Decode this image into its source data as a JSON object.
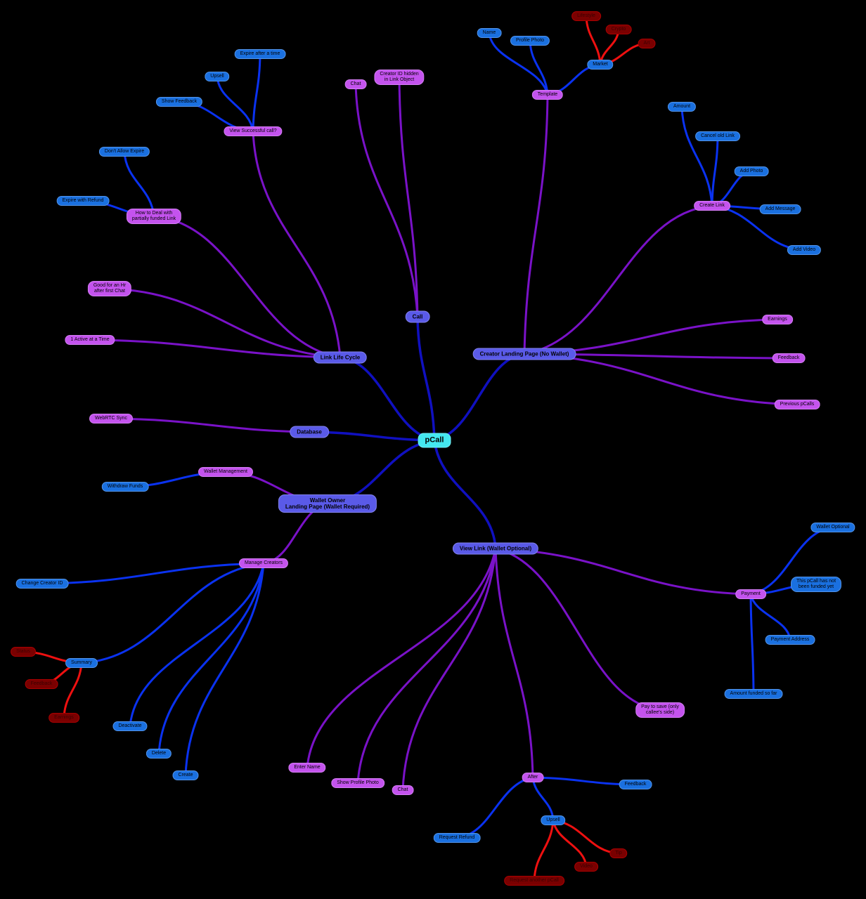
{
  "mindmap": {
    "root": "pCall",
    "colors": {
      "root": "#44e8f0",
      "main_branch": "#5a5ae8",
      "sub_topic": "#c453ee",
      "leaf": "#1a70e0",
      "red_leaf": "#7a0000",
      "trunk_line": "#1010c0",
      "purple_line": "#7a12c8",
      "blue_line": "#0a32f0",
      "red_line": "#ee1010"
    },
    "nodes": [
      {
        "id": "root",
        "label": "pCall",
        "kind": "root"
      },
      {
        "id": "call",
        "label": "Call",
        "kind": "main",
        "parent": "root"
      },
      {
        "id": "chat_top",
        "label": "Chat",
        "kind": "pink",
        "parent": "call"
      },
      {
        "id": "creator_hidden",
        "label": "Creator ID hidden\nin Link Object",
        "kind": "pink",
        "parent": "call"
      },
      {
        "id": "creator_landing",
        "label": "Creator Landing Page (No Wallet)",
        "kind": "main",
        "parent": "root"
      },
      {
        "id": "template",
        "label": "Template",
        "kind": "pink",
        "parent": "creator_landing"
      },
      {
        "id": "name",
        "label": "Name",
        "kind": "blue",
        "parent": "template"
      },
      {
        "id": "profile_photo",
        "label": "Profile Photo",
        "kind": "blue",
        "parent": "template"
      },
      {
        "id": "market",
        "label": "Market",
        "kind": "blue",
        "parent": "template"
      },
      {
        "id": "market_r1",
        "label": "Lifestyle",
        "kind": "red",
        "parent": "market"
      },
      {
        "id": "market_r2",
        "label": "Crypto",
        "kind": "red",
        "parent": "market"
      },
      {
        "id": "market_r3",
        "label": "Art",
        "kind": "red",
        "parent": "market"
      },
      {
        "id": "create_link",
        "label": "Create Link",
        "kind": "pink",
        "parent": "creator_landing"
      },
      {
        "id": "amount",
        "label": "Amount",
        "kind": "blue",
        "parent": "create_link"
      },
      {
        "id": "cancel_old",
        "label": "Cancel old Link",
        "kind": "blue",
        "parent": "create_link"
      },
      {
        "id": "add_photo",
        "label": "Add Photo",
        "kind": "blue",
        "parent": "create_link"
      },
      {
        "id": "add_message",
        "label": "Add Message",
        "kind": "blue",
        "parent": "create_link"
      },
      {
        "id": "add_video",
        "label": "Add Video",
        "kind": "blue",
        "parent": "create_link"
      },
      {
        "id": "earnings",
        "label": "Earnings",
        "kind": "pink",
        "parent": "creator_landing"
      },
      {
        "id": "feedback_cl",
        "label": "Feedback",
        "kind": "pink",
        "parent": "creator_landing"
      },
      {
        "id": "prev_pcalls",
        "label": "Previous pCalls",
        "kind": "pink",
        "parent": "creator_landing"
      },
      {
        "id": "link_life",
        "label": "Link Life Cycle",
        "kind": "main",
        "parent": "root"
      },
      {
        "id": "view_success",
        "label": "View Successful call?",
        "kind": "pink",
        "parent": "link_life"
      },
      {
        "id": "expire_time",
        "label": "Expire after a time",
        "kind": "blue",
        "parent": "view_success"
      },
      {
        "id": "upsell_top",
        "label": "Upsell",
        "kind": "blue",
        "parent": "view_success"
      },
      {
        "id": "show_feedback",
        "label": "Show Feedback",
        "kind": "blue",
        "parent": "view_success"
      },
      {
        "id": "partial",
        "label": "How to Deal with\npartially funded Link",
        "kind": "pink",
        "parent": "link_life"
      },
      {
        "id": "dont_expire",
        "label": "Don't Allow Expire",
        "kind": "blue",
        "parent": "partial"
      },
      {
        "id": "expire_refund",
        "label": "Expire with Refund",
        "kind": "blue",
        "parent": "partial"
      },
      {
        "id": "good_hr",
        "label": "Good for an Hr\nafter first Chat",
        "kind": "pink",
        "parent": "link_life"
      },
      {
        "id": "one_active",
        "label": "1 Active at a Time",
        "kind": "pink",
        "parent": "link_life"
      },
      {
        "id": "database",
        "label": "Database",
        "kind": "main",
        "parent": "root"
      },
      {
        "id": "webrtc",
        "label": "WebRTC Sync",
        "kind": "pink",
        "parent": "database"
      },
      {
        "id": "wallet_owner",
        "label": "Wallet Owner\nLanding Page (Wallet Required)",
        "kind": "main",
        "parent": "root"
      },
      {
        "id": "wallet_mgmt",
        "label": "Wallet Management",
        "kind": "pink",
        "parent": "wallet_owner"
      },
      {
        "id": "withdraw",
        "label": "Withdraw Funds",
        "kind": "blue",
        "parent": "wallet_mgmt"
      },
      {
        "id": "manage_creators",
        "label": "Manage Creators",
        "kind": "pink",
        "parent": "wallet_owner"
      },
      {
        "id": "change_creator",
        "label": "Change Creator ID",
        "kind": "blue",
        "parent": "manage_creators"
      },
      {
        "id": "summary",
        "label": "Summary",
        "kind": "blue",
        "parent": "manage_creators"
      },
      {
        "id": "sum_r1",
        "label": "Status",
        "kind": "red",
        "parent": "summary"
      },
      {
        "id": "sum_r2",
        "label": "Feedback",
        "kind": "red",
        "parent": "summary"
      },
      {
        "id": "sum_r3",
        "label": "Earnings",
        "kind": "red",
        "parent": "summary"
      },
      {
        "id": "deactivate",
        "label": "Deactivate",
        "kind": "blue",
        "parent": "manage_creators"
      },
      {
        "id": "delete",
        "label": "Delete",
        "kind": "blue",
        "parent": "manage_creators"
      },
      {
        "id": "create",
        "label": "Create",
        "kind": "blue",
        "parent": "manage_creators"
      },
      {
        "id": "view_link",
        "label": "View Link (Wallet Optional)",
        "kind": "main",
        "parent": "root"
      },
      {
        "id": "payment",
        "label": "Payment",
        "kind": "pink",
        "parent": "view_link"
      },
      {
        "id": "wallet_optional",
        "label": "Wallet Optional",
        "kind": "blue",
        "parent": "payment"
      },
      {
        "id": "not_funded",
        "label": "This pCall has not\nbeen funded yet",
        "kind": "blue",
        "parent": "payment"
      },
      {
        "id": "pay_address",
        "label": "Payment Address",
        "kind": "blue",
        "parent": "payment"
      },
      {
        "id": "amount_funded",
        "label": "Amount funded so far",
        "kind": "blue",
        "parent": "payment"
      },
      {
        "id": "pay_save",
        "label": "Pay to save (only\ncallee's side)",
        "kind": "pink",
        "parent": "view_link"
      },
      {
        "id": "after",
        "label": "After",
        "kind": "pink",
        "parent": "view_link"
      },
      {
        "id": "feedback_after",
        "label": "Feedback",
        "kind": "blue",
        "parent": "after"
      },
      {
        "id": "upsell_after",
        "label": "Upsell",
        "kind": "blue",
        "parent": "after"
      },
      {
        "id": "ups_r1",
        "label": "Tip",
        "kind": "red",
        "parent": "upsell_after"
      },
      {
        "id": "ups_r2",
        "label": "Video",
        "kind": "red",
        "parent": "upsell_after"
      },
      {
        "id": "ups_r3",
        "label": "Request another pCall",
        "kind": "red",
        "parent": "upsell_after"
      },
      {
        "id": "request_refund",
        "label": "Request Refund",
        "kind": "blue",
        "parent": "after"
      },
      {
        "id": "chat_bottom",
        "label": "Chat",
        "kind": "pink",
        "parent": "view_link"
      },
      {
        "id": "show_profile",
        "label": "Show Profile Photo",
        "kind": "pink",
        "parent": "view_link"
      },
      {
        "id": "enter_name",
        "label": "Enter Name",
        "kind": "pink",
        "parent": "view_link"
      }
    ]
  }
}
